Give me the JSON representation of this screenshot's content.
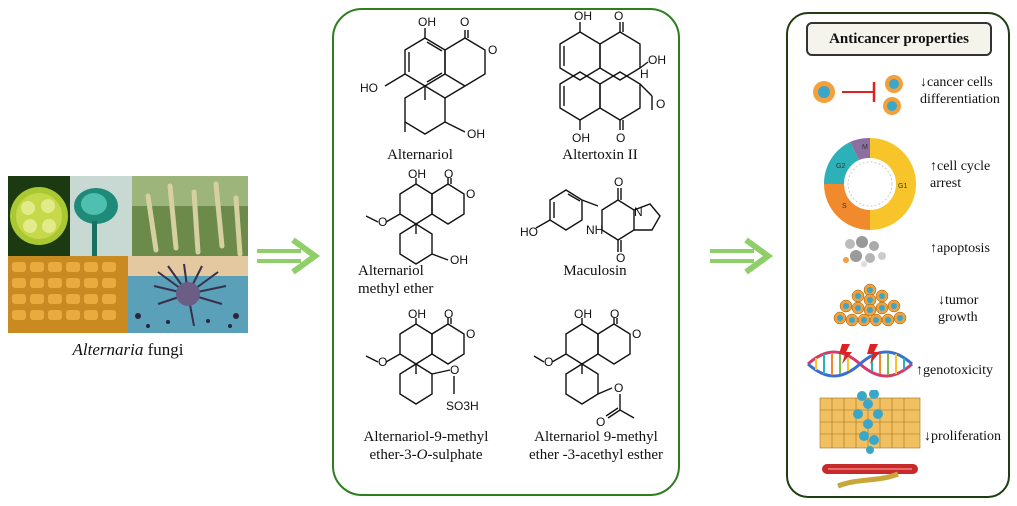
{
  "fungi": {
    "caption_italic": "Alternaria",
    "caption_rest": " fungi"
  },
  "compounds": [
    {
      "name_lines": [
        "Alternariol"
      ]
    },
    {
      "name_lines": [
        "Altertoxin II"
      ]
    },
    {
      "name_lines": [
        "Alternariol",
        "methyl ether"
      ]
    },
    {
      "name_lines": [
        "Maculosin"
      ]
    },
    {
      "name_lines": [
        "Alternariol-9-methyl",
        "ether-3-",
        "O",
        "-sulphate"
      ]
    },
    {
      "name_lines": [
        "Alternariol 9-methyl",
        " ether -3-acethyl esther"
      ]
    }
  ],
  "atom_labels": {
    "oh": "OH",
    "ho": "HO",
    "o": "O",
    "h": "H",
    "nh": "NH",
    "n": "N",
    "so3h": "SO3H"
  },
  "properties": {
    "title": "Anticancer properties",
    "items": [
      {
        "line1": "↓cancer cells",
        "line2": "differentiation"
      },
      {
        "line1": "↑cell cycle",
        "line2": "arrest"
      },
      {
        "line1": "↑apoptosis",
        "line2": ""
      },
      {
        "line1": "↓tumor",
        "line2": "growth"
      },
      {
        "line1": "↑genotoxicity",
        "line2": ""
      },
      {
        "line1": "↓proliferation",
        "line2": ""
      }
    ],
    "cell_cycle_phases": [
      "G1",
      "S",
      "G2",
      "M"
    ]
  },
  "colors": {
    "frame_green": "#2e7d1f",
    "arrow_green": "#8fcf6a",
    "cell_orange": "#f4a03a",
    "cell_blue": "#3aa6c9",
    "cycle_yellow": "#f7c52a",
    "cycle_orange": "#f08a2c",
    "cycle_teal": "#2bb1b7",
    "cycle_purple": "#8a6fa0"
  }
}
